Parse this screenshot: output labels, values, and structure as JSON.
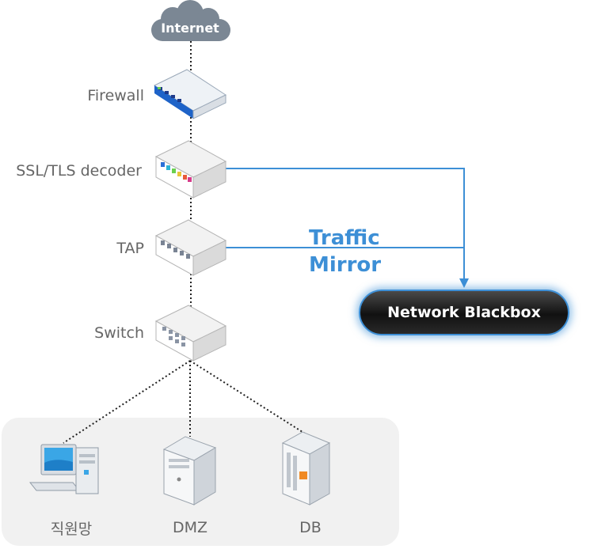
{
  "cloud": {
    "label": "Internet"
  },
  "devices": {
    "firewall": "Firewall",
    "ssl": "SSL/TLS decoder",
    "tap": "TAP",
    "switch": "Switch"
  },
  "mirror": {
    "line1": "Traffic",
    "line2": "Mirror"
  },
  "blackbox": {
    "label": "Network Blackbox"
  },
  "endpoints": {
    "employee": "직원망",
    "dmz": "DMZ",
    "db": "DB"
  },
  "colors": {
    "accent": "#3d8fd6",
    "zone": "#f1f1f1",
    "label": "#666666"
  }
}
